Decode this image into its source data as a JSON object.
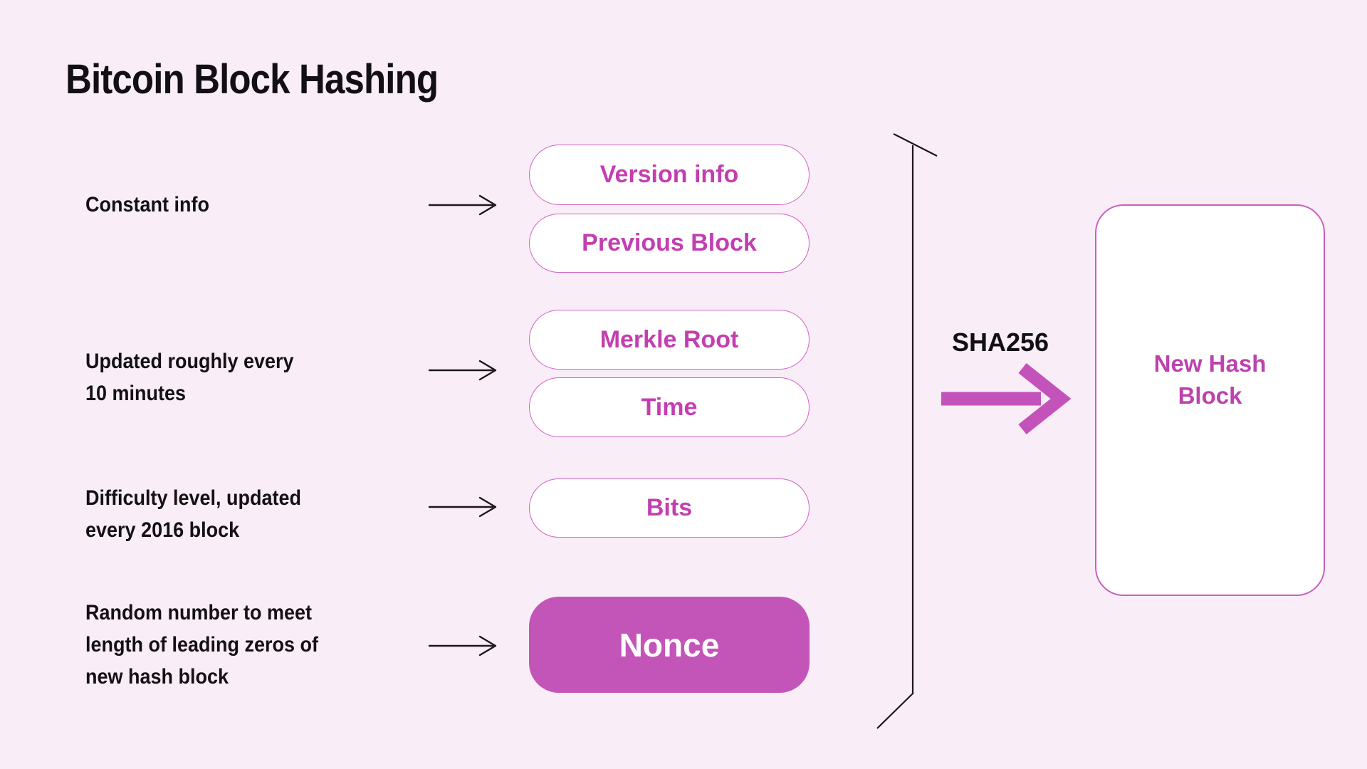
{
  "title": "Bitcoin Block Hashing",
  "colors": {
    "background": "#f9edf7",
    "pill_text": "#c33eb0",
    "pill_border": "#cf63c4",
    "nonce_fill": "#c455b8",
    "nonce_text": "#ffffff",
    "magenta_arrow": "#c353bb",
    "output_border": "#ca5cbf",
    "output_text": "#bc42ad",
    "dark_text": "#141114"
  },
  "annotations": [
    {
      "label": "Constant info"
    },
    {
      "label": "Updated roughly every\n10 minutes"
    },
    {
      "label": "Difficulty level, updated\nevery 2016 block"
    },
    {
      "label": "Random number to meet\nlength of leading zeros of\nnew hash block"
    }
  ],
  "fields": [
    {
      "text": "Version info"
    },
    {
      "text": "Previous Block"
    },
    {
      "text": "Merkle Root"
    },
    {
      "text": "Time"
    },
    {
      "text": "Bits"
    },
    {
      "text": "Nonce"
    }
  ],
  "hash_function": {
    "label": "SHA256"
  },
  "output_block": {
    "label": "New Hash\nBlock"
  }
}
